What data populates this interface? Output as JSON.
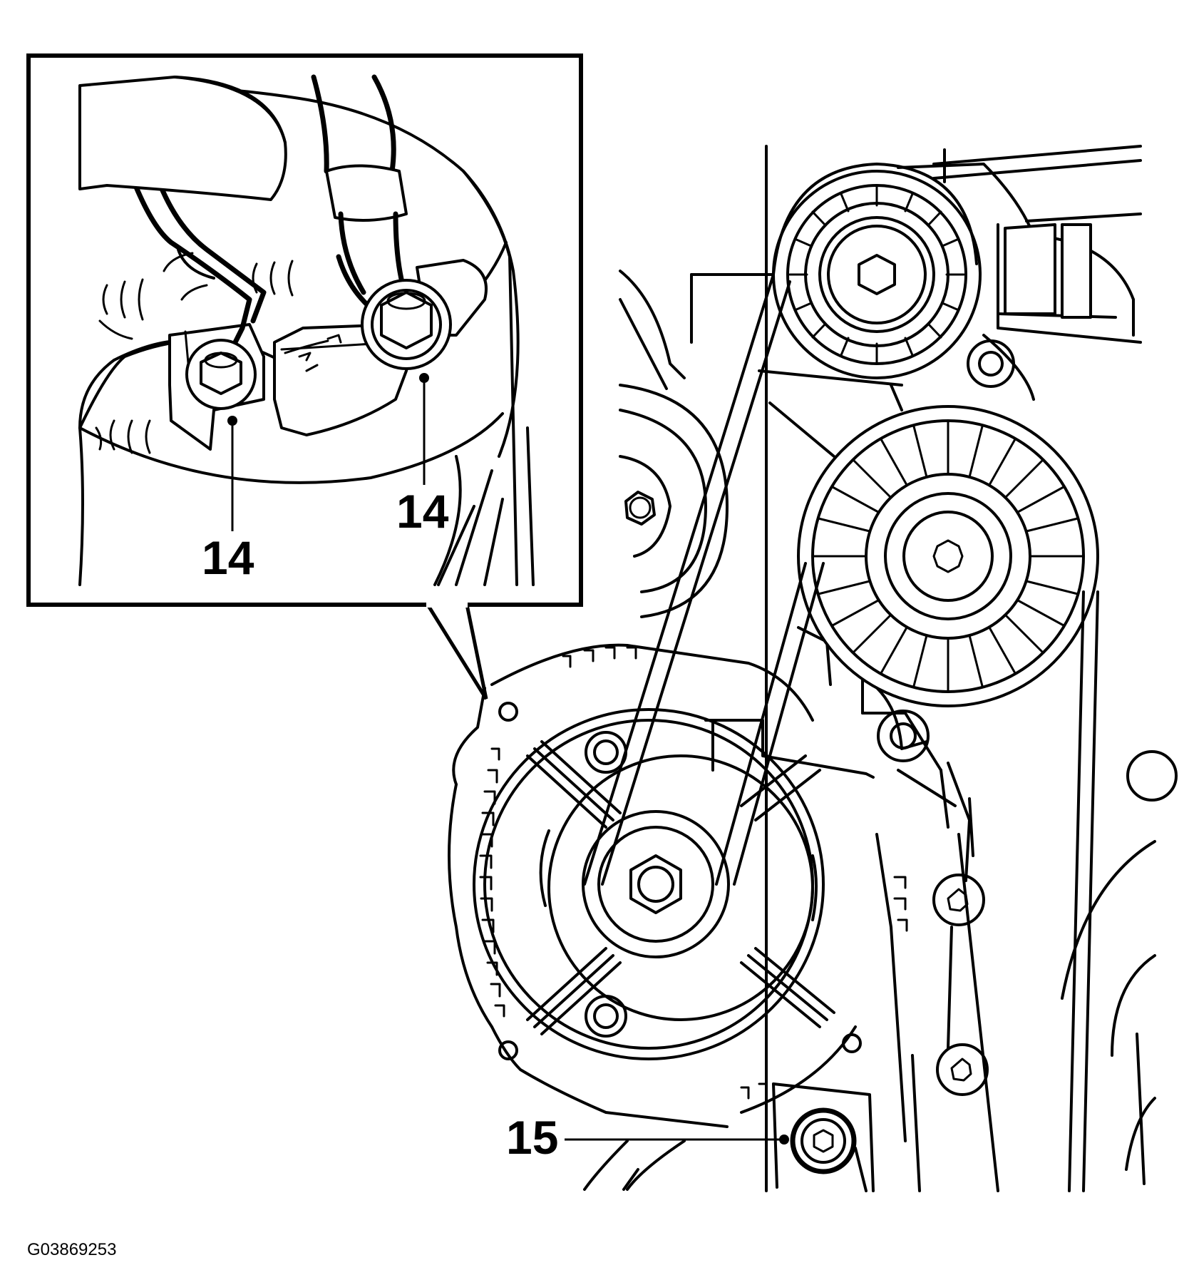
{
  "figure": {
    "callouts": [
      {
        "id": "bolt-left",
        "label": "14"
      },
      {
        "id": "bolt-right",
        "label": "14"
      },
      {
        "id": "tensioner-bolt",
        "label": "15"
      }
    ],
    "figure_code": "G03869253",
    "colors": {
      "line": "#000000",
      "background": "#ffffff"
    }
  }
}
